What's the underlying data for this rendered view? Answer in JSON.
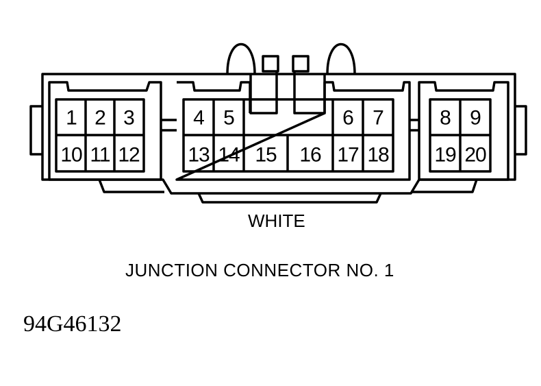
{
  "connector": {
    "color": "WHITE",
    "title": "JUNCTION CONNECTOR NO. 1",
    "figure_code": "94G46132"
  },
  "pins": {
    "p1": "1",
    "p2": "2",
    "p3": "3",
    "p4": "4",
    "p5": "5",
    "p6": "6",
    "p7": "7",
    "p8": "8",
    "p9": "9",
    "p10": "10",
    "p11": "11",
    "p12": "12",
    "p13": "13",
    "p14": "14",
    "p15": "15",
    "p16": "16",
    "p17": "17",
    "p18": "18",
    "p19": "19",
    "p20": "20"
  }
}
